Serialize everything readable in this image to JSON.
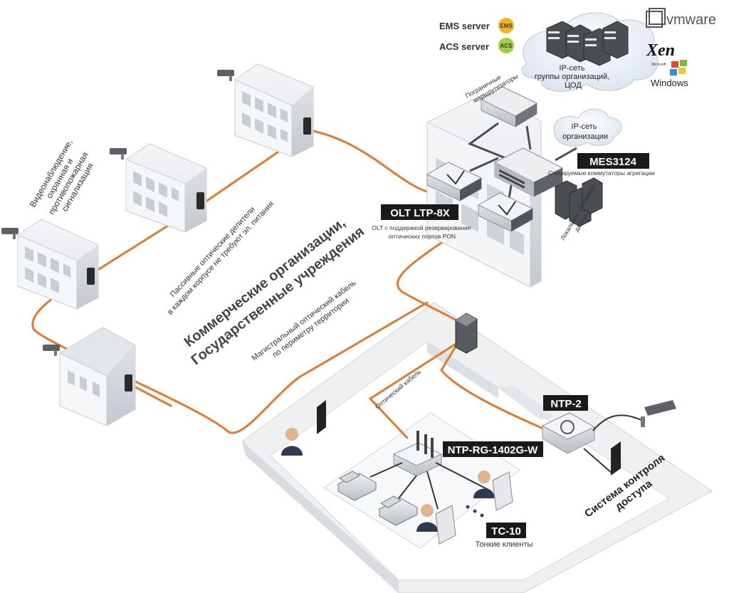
{
  "header": {
    "ems_label": "EMS server",
    "ems_badge": "EMS",
    "acs_label": "ACS server",
    "acs_badge": "ACS"
  },
  "logos": {
    "vmware": "vmware",
    "xen": "Xen",
    "microsoft": "Microsoft",
    "windows": "Windows"
  },
  "cloud_datacenter": {
    "line1": "IP-сеть",
    "line2": "группы организаций,",
    "line3": "ЦОД"
  },
  "cloud_org": {
    "line1": "IP-сеть",
    "line2": "организации"
  },
  "border_routers": {
    "line1": "Пограничные",
    "line2": "маршрутизаторы"
  },
  "mes": {
    "badge": "MES3124",
    "caption": "Стекируемые коммутаторы агрегации"
  },
  "olt": {
    "badge": "OLT LTP-8X",
    "caption1": "OLT с поддержкой резервирования",
    "caption2": "оптических портов PON"
  },
  "storage": {
    "line1": "Локальное хранилище",
    "line2": "данных"
  },
  "surveillance": {
    "line1": "Видеонаблюдение,",
    "line2": "охранная и",
    "line3": "противопожарная",
    "line4": "сигнализация"
  },
  "splitters": {
    "line1": "Пассивные оптические делители",
    "line2": "в каждом корпусе не требуют эл. питания"
  },
  "main_title": {
    "line1": "Коммерческие организации,",
    "line2": "Государственные учреждения"
  },
  "trunk_cable": {
    "line1": "Магистральный оптический кабель",
    "line2": "по периметру территории"
  },
  "optical_cable": "Оптический кабель",
  "ntp2": {
    "badge": "NTP-2"
  },
  "ntprg": {
    "badge": "NTP-RG-1402G-W"
  },
  "tc10": {
    "badge": "TC-10",
    "caption": "Тонкие клиенты"
  },
  "access_control": {
    "line1": "Система контроля",
    "line2": "доступа"
  },
  "colors": {
    "fiber": "#e8782a",
    "badge_bg": "#1a1a1a",
    "badge_text": "#ffffff",
    "ems_badge": "#f2b61c",
    "acs_badge": "#9bd13c"
  }
}
